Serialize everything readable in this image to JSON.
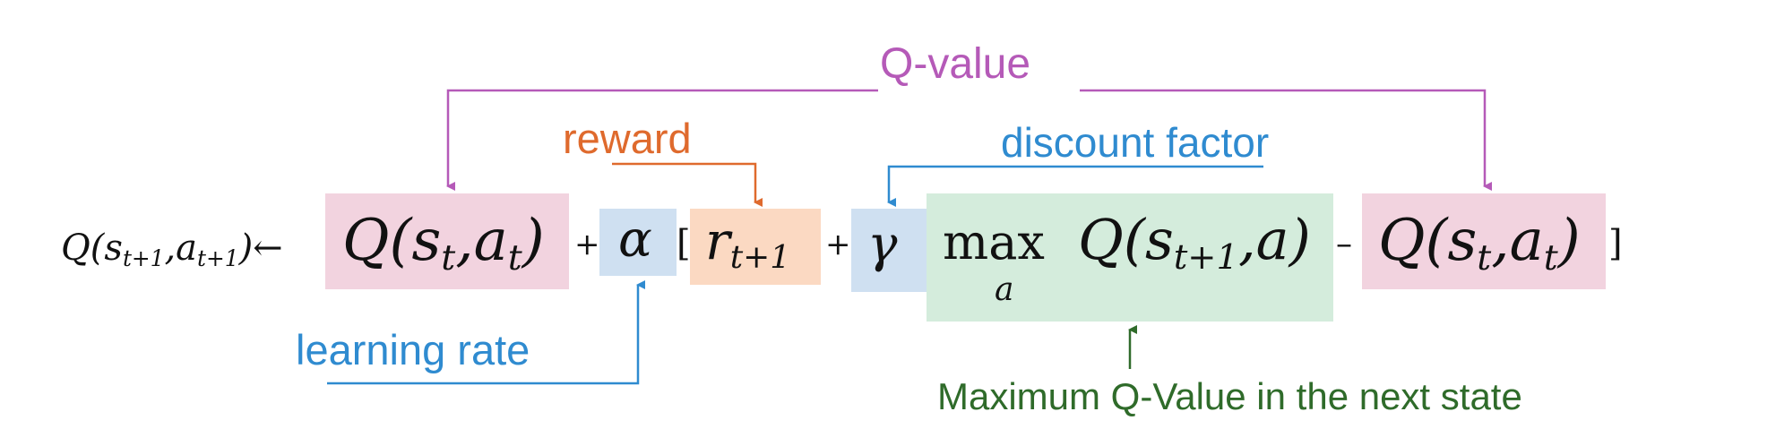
{
  "colors": {
    "q_box": "#f2d3df",
    "reward_box": "#fbd9c2",
    "rate_box": "#cfe0f1",
    "max_box": "#d4ecdc",
    "q_value": "#b55ab8",
    "reward": "#df6a2d",
    "blue": "#2f8bd0",
    "green": "#2f6b2a"
  },
  "labels": {
    "q_value": "Q-value",
    "reward": "reward",
    "discount_factor": "discount factor",
    "learning_rate": "learning rate",
    "max_q_next": "Maximum Q-Value in the next state"
  },
  "equation": {
    "lhs": "Q(s<sub>t+1</sub>,a<sub>t+1</sub>)←",
    "q_current": "Q(s<sub>t</sub>,a<sub>t</sub>)",
    "plus1": "+",
    "alpha": "α",
    "bracket_open": "[",
    "reward": "r<sub>t+1</sub>",
    "plus2": "+",
    "gamma": "γ",
    "max": "max",
    "max_sub": "a",
    "q_next": "Q(s<sub>t+1</sub>,a)",
    "minus": "–",
    "q_current2": "Q(s<sub>t</sub>,a<sub>t</sub>)",
    "bracket_close": "]"
  }
}
